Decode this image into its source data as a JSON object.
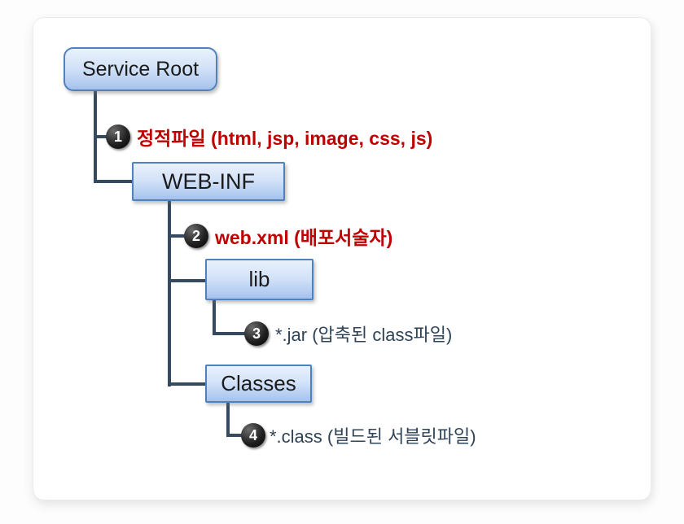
{
  "diagram": {
    "title_node": "Service Root",
    "nodes": [
      {
        "id": "service-root",
        "label": "Service Root"
      },
      {
        "id": "web-inf",
        "label": "WEB-INF"
      },
      {
        "id": "lib",
        "label": "lib"
      },
      {
        "id": "classes",
        "label": "Classes"
      }
    ],
    "annotations": [
      {
        "number": "1",
        "text": "정적파일 (html, jsp, image, css, js)",
        "emphasis": "red-bold"
      },
      {
        "number": "2",
        "text": "web.xml (배포서술자)",
        "emphasis": "red-bold"
      },
      {
        "number": "3",
        "text": "*.jar (압축된 class파일)",
        "emphasis": "dark-regular"
      },
      {
        "number": "4",
        "text": "*.class (빌드된 서블릿파일)",
        "emphasis": "dark-regular"
      }
    ],
    "colors": {
      "annotation_red": "#c00000",
      "annotation_dark": "#2f4358",
      "connector": "#35495f",
      "node_border": "#4f81bd",
      "node_fill_top": "#e9f1fc",
      "node_fill_bottom": "#a3c0ec",
      "node_text": "#1b1b1b",
      "badge_background": "#000000",
      "badge_text": "#ffffff",
      "card_background": "#ffffff",
      "page_background": "#fdfdfd"
    }
  }
}
